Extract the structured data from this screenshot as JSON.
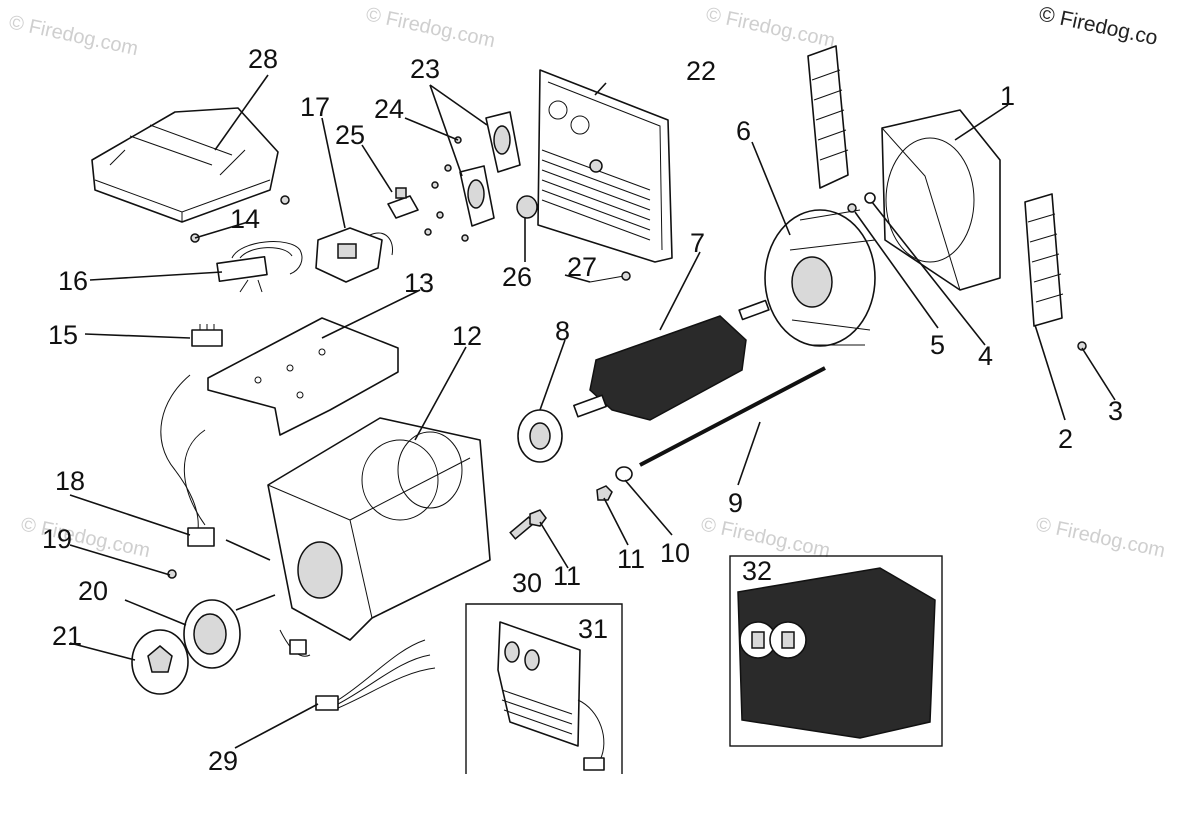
{
  "watermarks": {
    "corner": "© Firedog.co",
    "faint": "© Firedog.com"
  },
  "callouts": [
    "1",
    "2",
    "3",
    "4",
    "5",
    "6",
    "7",
    "8",
    "9",
    "10",
    "11",
    "11",
    "12",
    "13",
    "14",
    "15",
    "16",
    "17",
    "18",
    "19",
    "20",
    "21",
    "22",
    "23",
    "24",
    "25",
    "26",
    "27",
    "28",
    "29",
    "30",
    "31",
    "32"
  ],
  "colors": {
    "ink": "#111111",
    "watermark": "#cfcfcf",
    "background": "#ffffff"
  }
}
